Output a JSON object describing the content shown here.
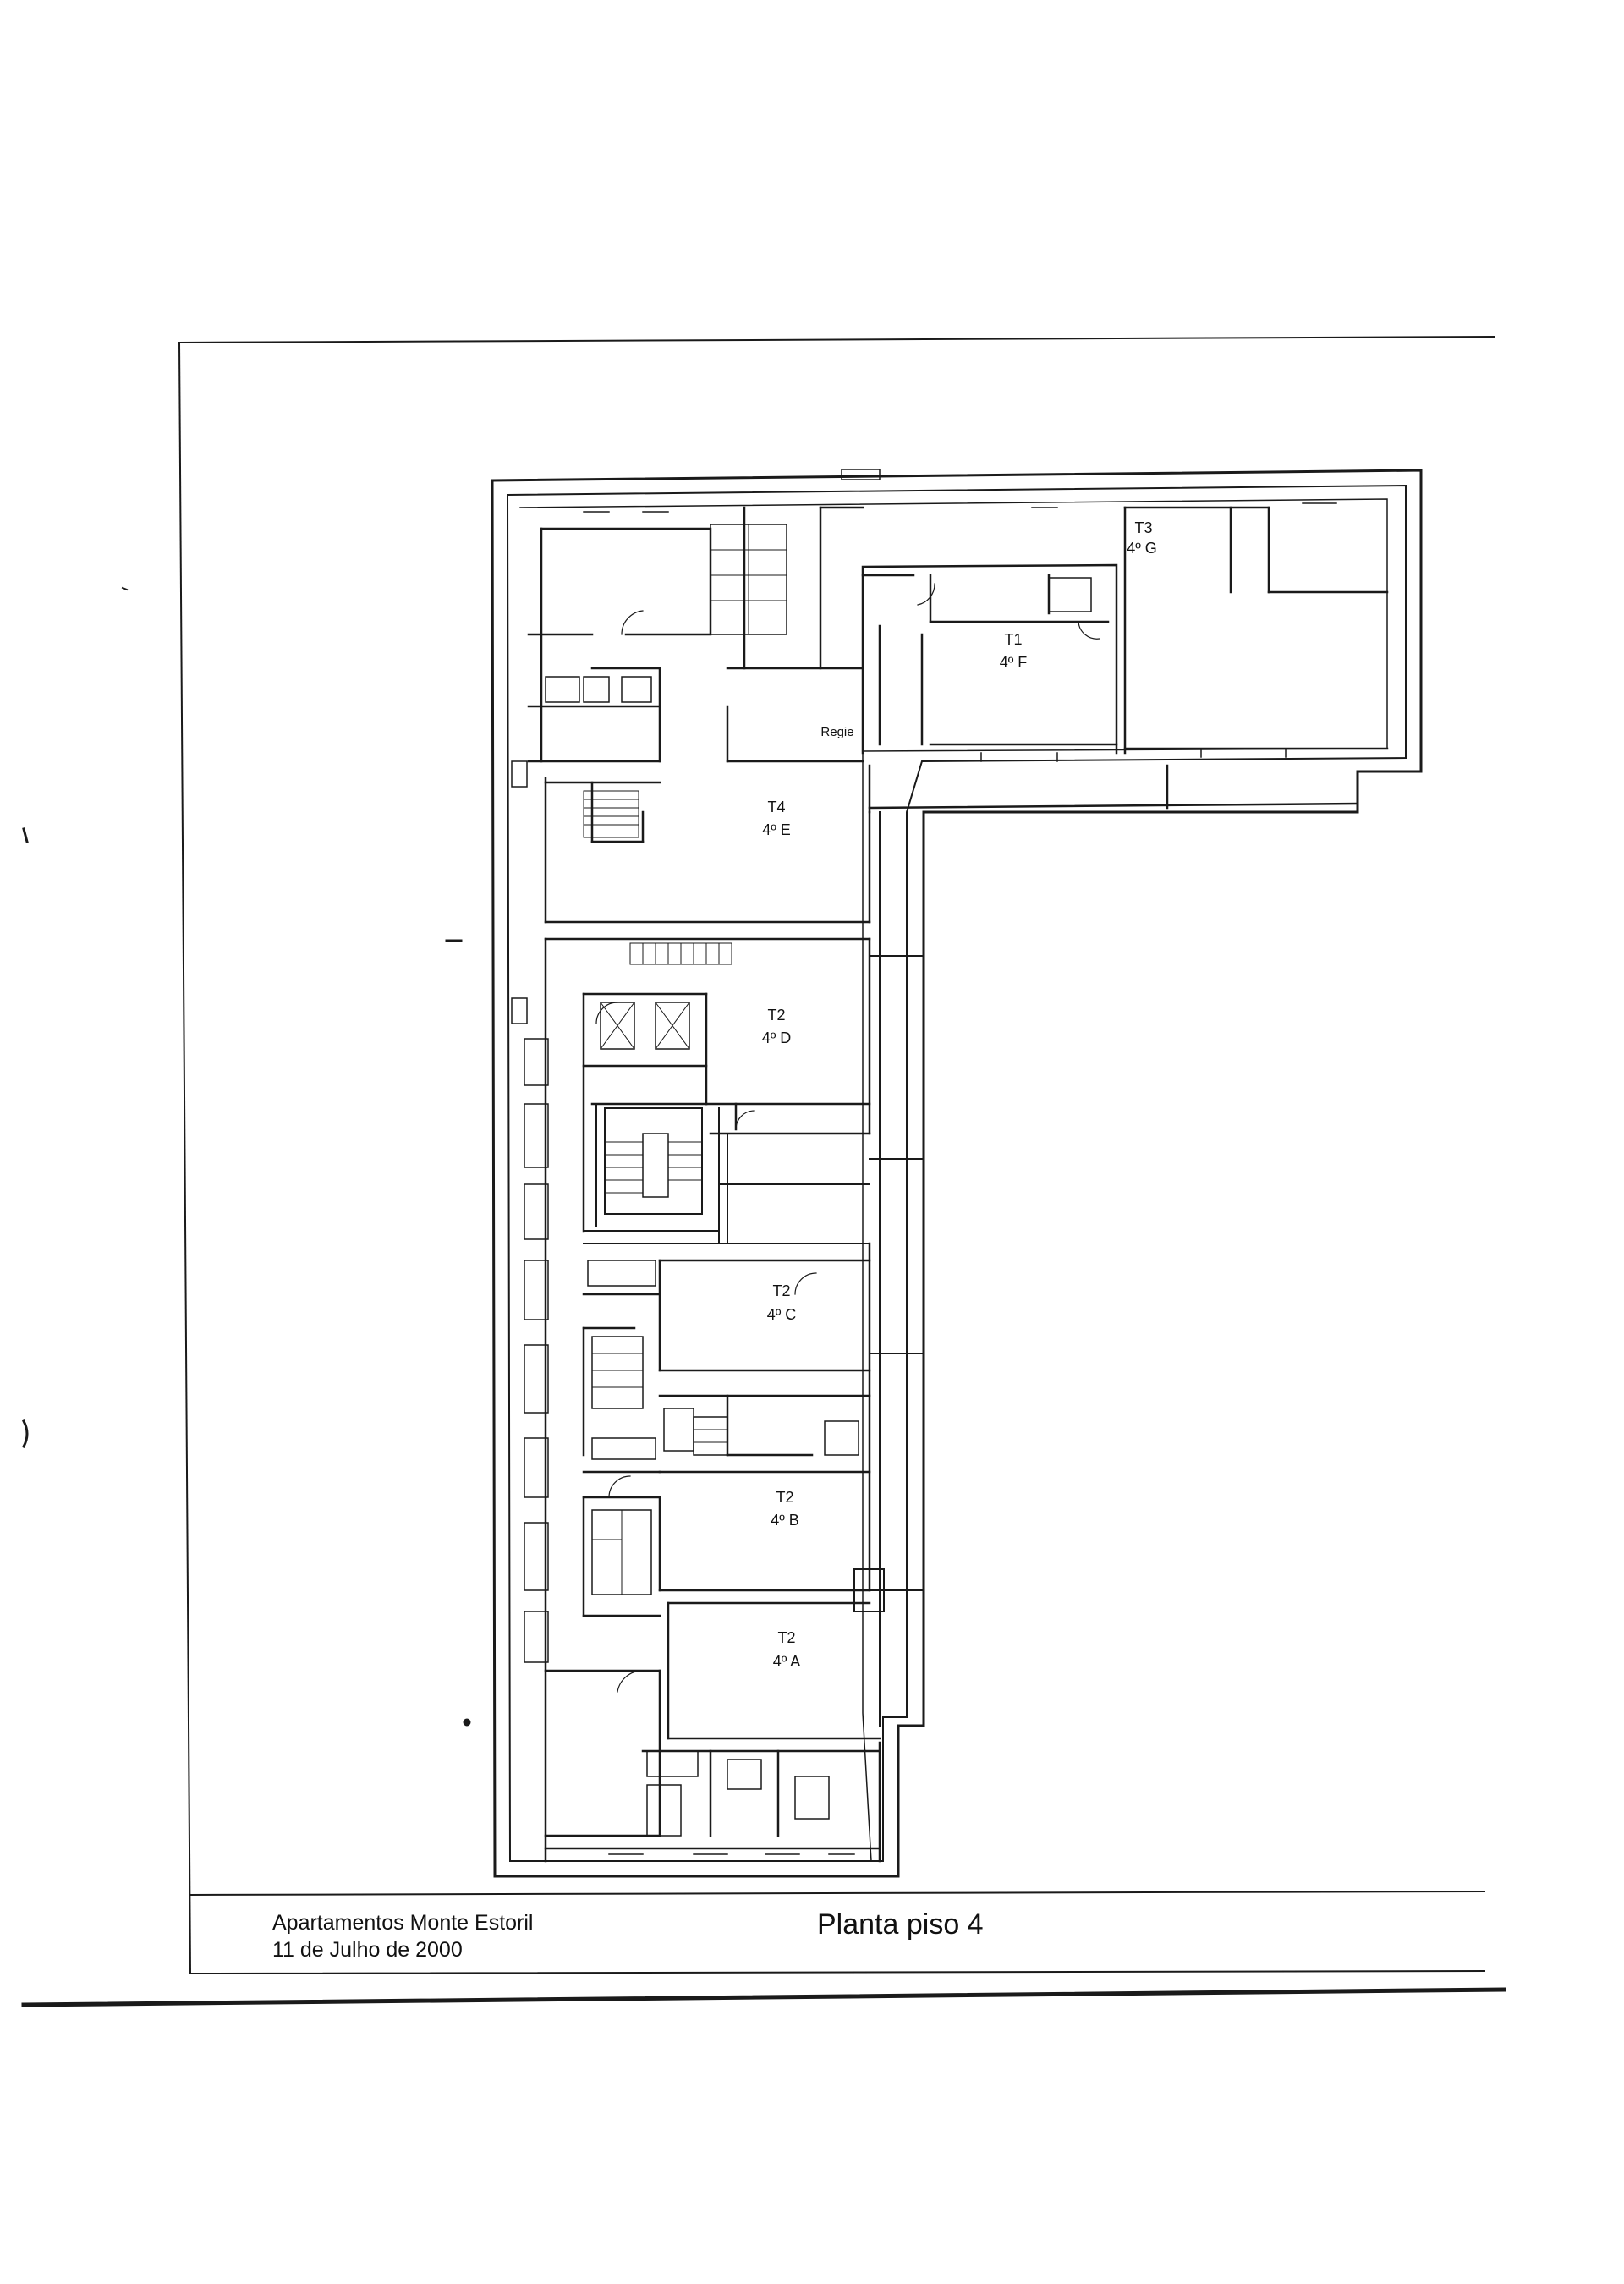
{
  "title_block": {
    "project": "Apartamentos Monte Estoril",
    "date": "11 de Julho de 2000",
    "sheet_title": "Planta piso 4"
  },
  "apartments": [
    {
      "id": "apt-g",
      "type": "T3",
      "unit": "4º G"
    },
    {
      "id": "apt-f",
      "type": "T1",
      "unit": "4º F"
    },
    {
      "id": "apt-e",
      "type": "T4",
      "unit": "4º E"
    },
    {
      "id": "apt-d",
      "type": "T2",
      "unit": "4º D"
    },
    {
      "id": "apt-c",
      "type": "T2",
      "unit": "4º C"
    },
    {
      "id": "apt-b",
      "type": "T2",
      "unit": "4º B"
    },
    {
      "id": "apt-a",
      "type": "T2",
      "unit": "4º A"
    }
  ],
  "other_labels": {
    "service_room": "Regie"
  },
  "colors": {
    "ink": "#1a1a1a",
    "paper": "#ffffff"
  }
}
